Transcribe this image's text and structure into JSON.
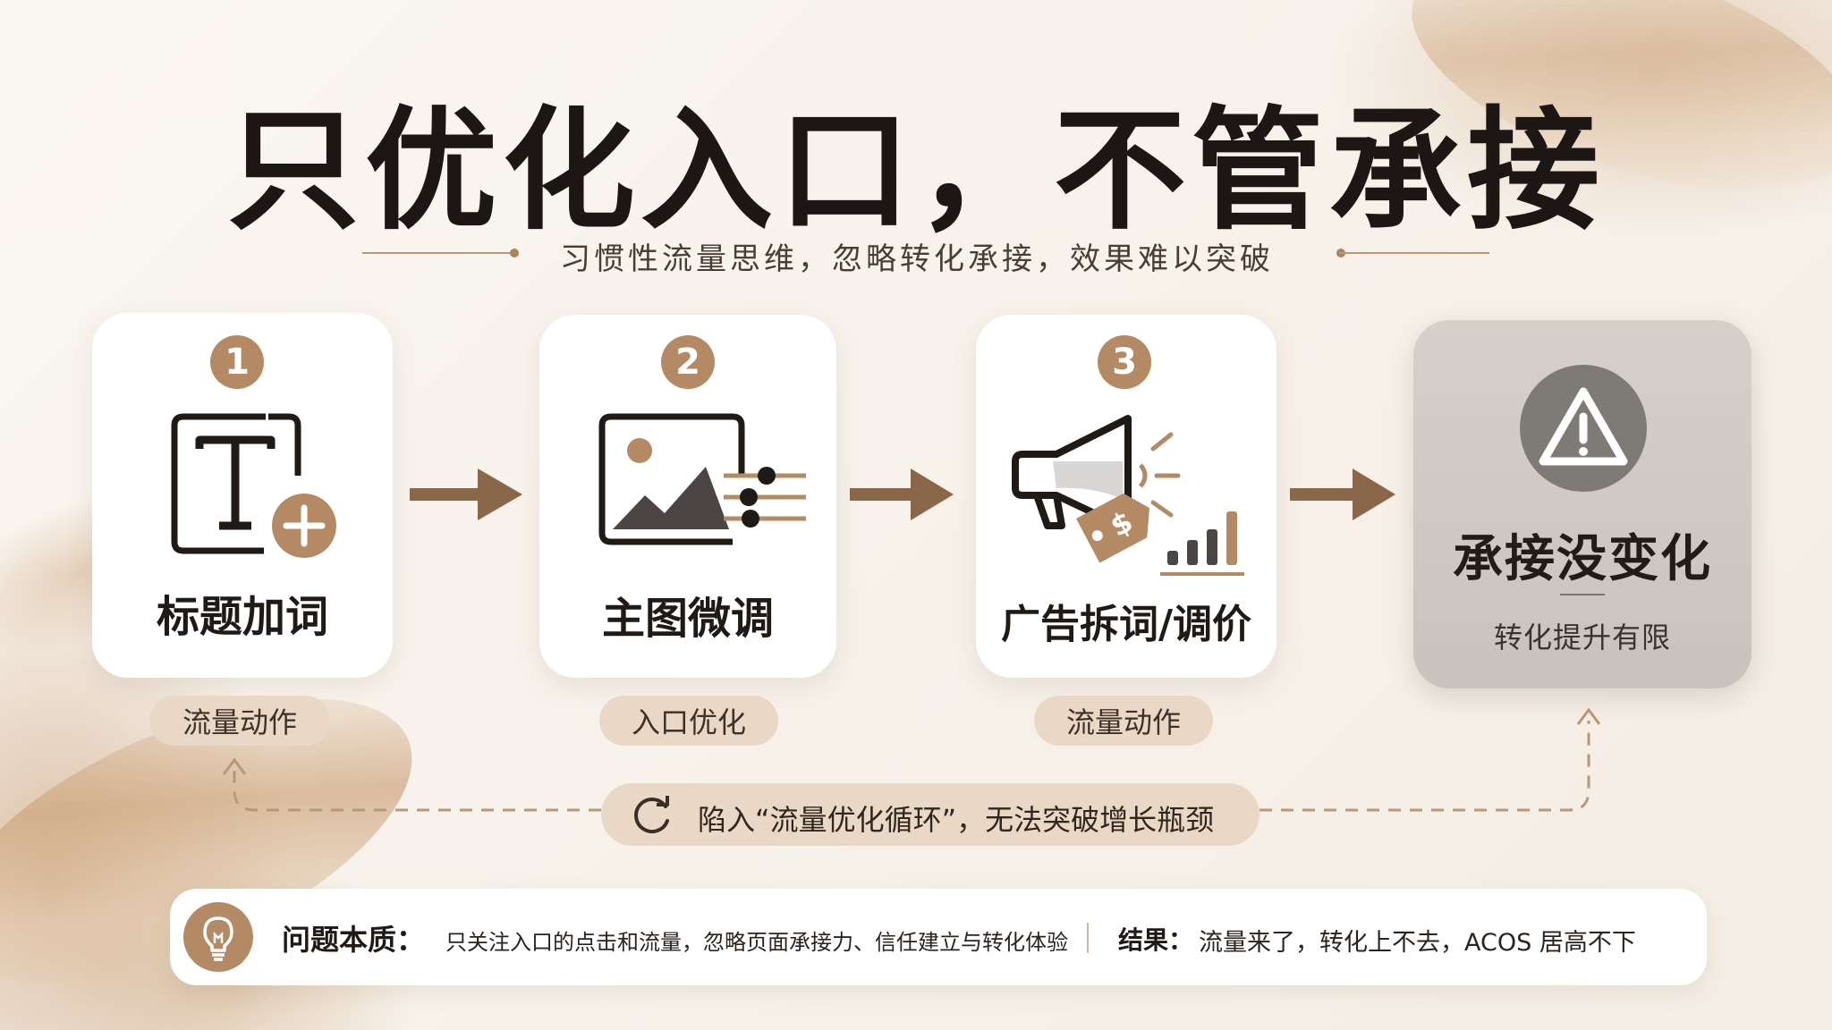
{
  "title": "只优化入口，不管承接",
  "subtitle": "习惯性流量思维，忽略转化承接，效果难以突破",
  "steps": [
    {
      "number": "1",
      "label": "标题加词",
      "tag": "流量动作",
      "icon": "text-add-icon"
    },
    {
      "number": "2",
      "label": "主图微调",
      "tag": "入口优化",
      "icon": "image-adjust-icon"
    },
    {
      "number": "3",
      "label": "广告拆词/调价",
      "tag": "流量动作",
      "icon": "megaphone-price-icon"
    }
  ],
  "result_card": {
    "icon": "warning-icon",
    "title": "承接没变化",
    "subtitle": "转化提升有限"
  },
  "loop_banner": {
    "icon": "refresh-icon",
    "text": "陷入“流量优化循环”，无法突破增长瓶颈"
  },
  "summary": {
    "icon": "lightbulb-icon",
    "label": "问题本质：",
    "text": "只关注入口的点击和流量，忽略页面承接力、信任建立与转化体验",
    "result_label": "结果：",
    "result_text": "流量来了，转化上不去，ACOS 居高不下"
  },
  "colors": {
    "accent": "#b48a64",
    "arrow": "#8a6748",
    "pill": "#ead8c6",
    "result_card": "#cfc9c3"
  }
}
